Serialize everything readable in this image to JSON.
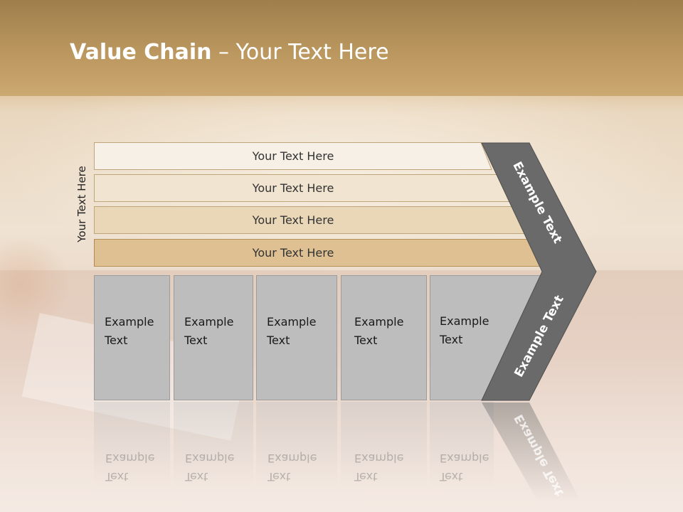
{
  "title": {
    "bold": "Value Chain",
    "rest": " – Your Text Here"
  },
  "side_label": "Your Text Here",
  "bars": [
    {
      "label": "Your Text Here",
      "color": "#f7f0e6"
    },
    {
      "label": "Your Text Here",
      "color": "#f1e4d0"
    },
    {
      "label": "Your Text Here",
      "color": "#ead7b8"
    },
    {
      "label": "Your Text Here",
      "color": "#dec093"
    }
  ],
  "columns": [
    {
      "line1": "Example",
      "line2": "Text"
    },
    {
      "line1": "Example",
      "line2": "Text"
    },
    {
      "line1": "Example",
      "line2": "Text"
    },
    {
      "line1": "Example",
      "line2": "Text"
    },
    {
      "line1": "Example",
      "line2": "Text"
    }
  ],
  "chevron": {
    "upper": "Example Text",
    "lower": "Example Text",
    "color": "#6a6a6a"
  }
}
